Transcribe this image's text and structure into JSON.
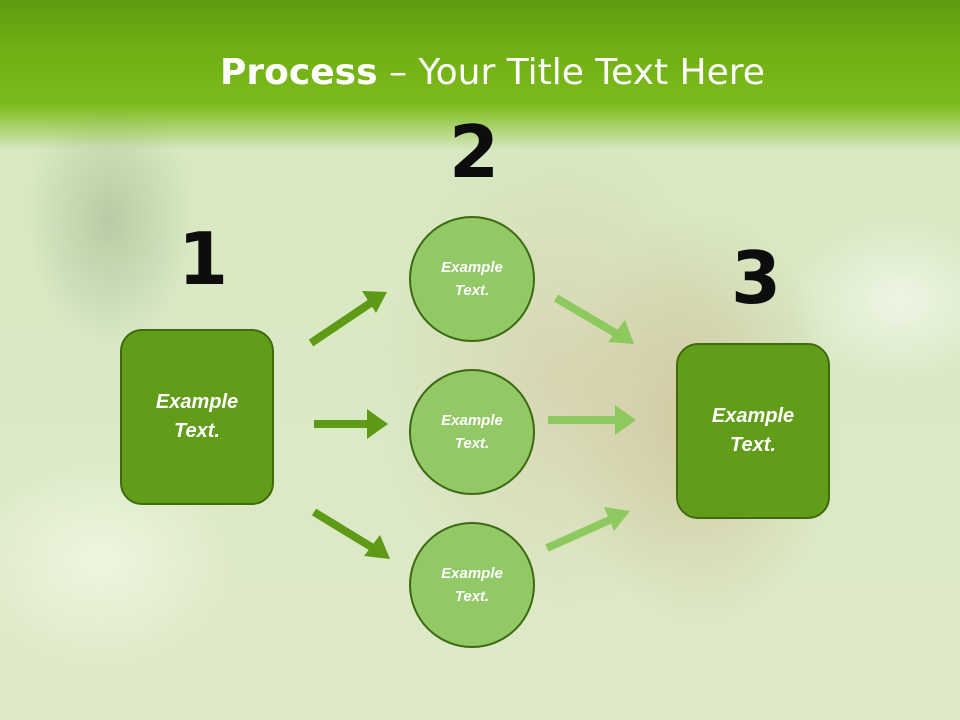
{
  "title": {
    "bold": "Process",
    "rest": " – Your Title Text Here"
  },
  "steps": [
    {
      "number": "1",
      "text": "Example Text."
    },
    {
      "number": "2",
      "text": "Example Text."
    },
    {
      "number": "3",
      "text": "Example Text."
    }
  ],
  "circles": [
    {
      "text": "Example Text."
    },
    {
      "text": "Example Text."
    },
    {
      "text": "Example Text."
    }
  ],
  "colors": {
    "header_green": "#6fae14",
    "box_green": "#629d1a",
    "circle_green": "#92c966",
    "arrow_dark": "#5f9a16",
    "arrow_light": "#8ec95f"
  }
}
